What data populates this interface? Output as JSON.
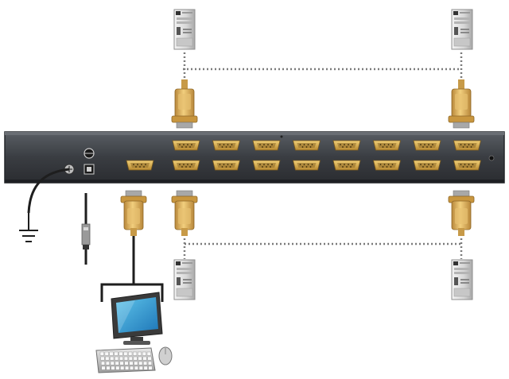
{
  "diagram": {
    "kind": "kvm-switch-wiring",
    "components": {
      "kvm_switch": {
        "name": "kvm-switch-rack-unit",
        "port_rows": 2,
        "ports_per_row": 8,
        "console_ports": 1
      },
      "servers": {
        "name": "tower-server",
        "positions": [
          "top-left",
          "top-right",
          "bottom-left",
          "bottom-right"
        ]
      },
      "console": {
        "name": "console-workstation",
        "parts": [
          "monitor",
          "keyboard",
          "mouse"
        ]
      },
      "ground": {
        "name": "ground-symbol"
      },
      "power": {
        "name": "power-cable"
      }
    },
    "icons": [
      "tower-server-icon",
      "vga-connector-icon",
      "vga-port-icon",
      "ground-icon",
      "power-plug-icon",
      "monitor-icon",
      "keyboard-icon",
      "mouse-icon",
      "power-button-icon",
      "power-socket-icon"
    ],
    "colors": {
      "switch_body": "#3a3d42",
      "switch_edge": "#23262a",
      "port_gold": "#d9b24a",
      "connector_gold": "#e0b55c",
      "connector_shade": "#b8873a",
      "dotted_link": "#7a7a7a",
      "server_gray": "#d6d6d6",
      "cable": "#1e1e1e"
    }
  }
}
